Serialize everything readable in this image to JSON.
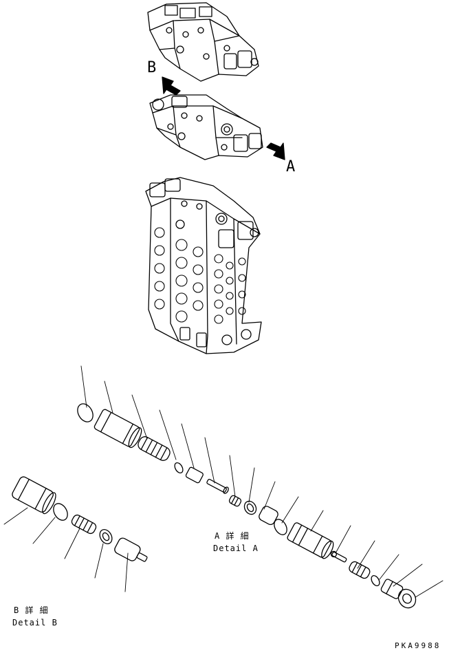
{
  "callouts": {
    "B": "B",
    "A": "A"
  },
  "details": {
    "a_jp": "A 詳 細",
    "a_en": "Detail A",
    "b_jp": "B 詳 細",
    "b_en": "Detail B"
  },
  "drawing_code": "PKA9988"
}
